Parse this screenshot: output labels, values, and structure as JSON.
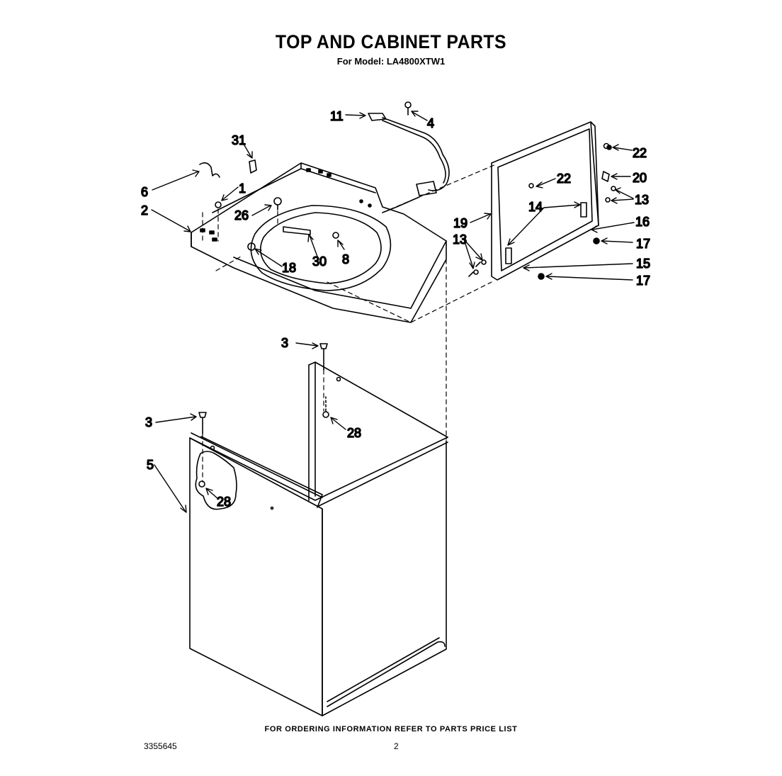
{
  "header": {
    "title": "TOP AND CABINET PARTS",
    "subtitle": "For Model: LA4800XTW1"
  },
  "footer": {
    "ordering_note": "FOR ORDERING INFORMATION REFER TO PARTS PRICE LIST",
    "document_number": "3355645",
    "page_number": "2"
  },
  "callouts": {
    "c11": "11",
    "c4": "4",
    "c31": "31",
    "c6": "6",
    "c1": "1",
    "c2": "2",
    "c26": "26",
    "c30": "30",
    "c8": "8",
    "c18": "18",
    "c22a": "22",
    "c22b": "22",
    "c20": "20",
    "c13a": "13",
    "c14": "14",
    "c19": "19",
    "c16": "16",
    "c13b": "13",
    "c17a": "17",
    "c15": "15",
    "c17b": "17",
    "c3a": "3",
    "c28a": "28",
    "c3b": "3",
    "c5": "5",
    "c28b": "28"
  }
}
